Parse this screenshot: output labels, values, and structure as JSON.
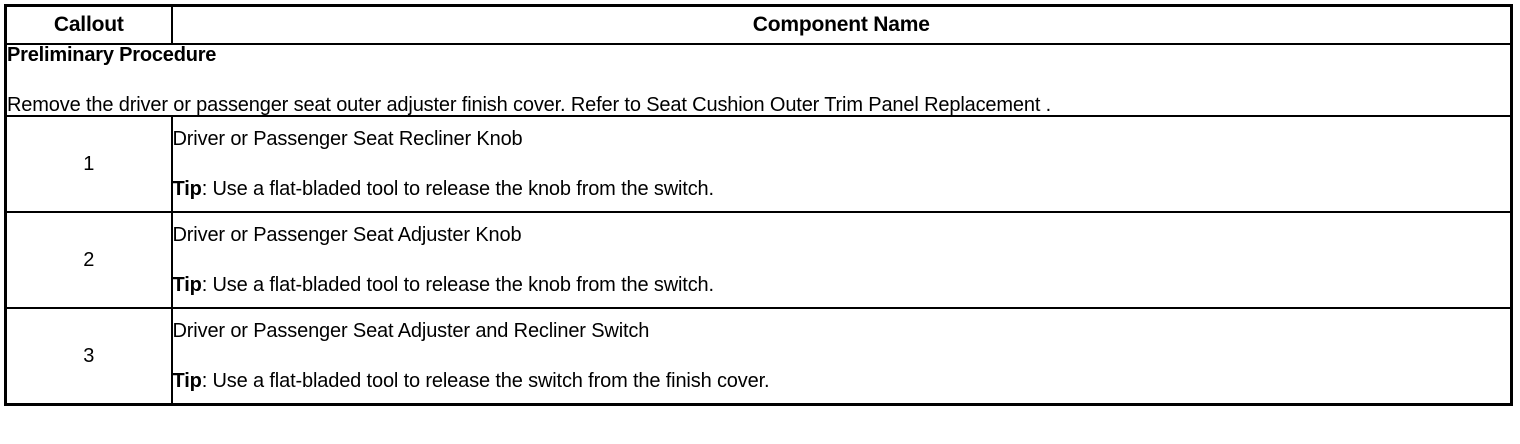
{
  "table": {
    "headers": {
      "callout": "Callout",
      "component_name": "Component Name"
    },
    "preliminary": {
      "title": "Preliminary Procedure",
      "text": "Remove the driver or passenger seat outer adjuster finish cover. Refer to Seat Cushion Outer Trim Panel Replacement ."
    },
    "rows": [
      {
        "callout": "1",
        "name": "Driver or Passenger Seat Recliner Knob",
        "tip_label": "Tip",
        "tip_text": ": Use a flat-bladed tool to release the knob from the switch."
      },
      {
        "callout": "2",
        "name": "Driver or Passenger Seat Adjuster Knob",
        "tip_label": "Tip",
        "tip_text": ": Use a flat-bladed tool to release the knob from the switch."
      },
      {
        "callout": "3",
        "name": "Driver or Passenger Seat Adjuster and Recliner Switch",
        "tip_label": "Tip",
        "tip_text": ": Use a flat-bladed tool to release the switch from the finish cover."
      }
    ]
  },
  "colors": {
    "border": "#000000",
    "text": "#000000",
    "background": "#ffffff"
  }
}
